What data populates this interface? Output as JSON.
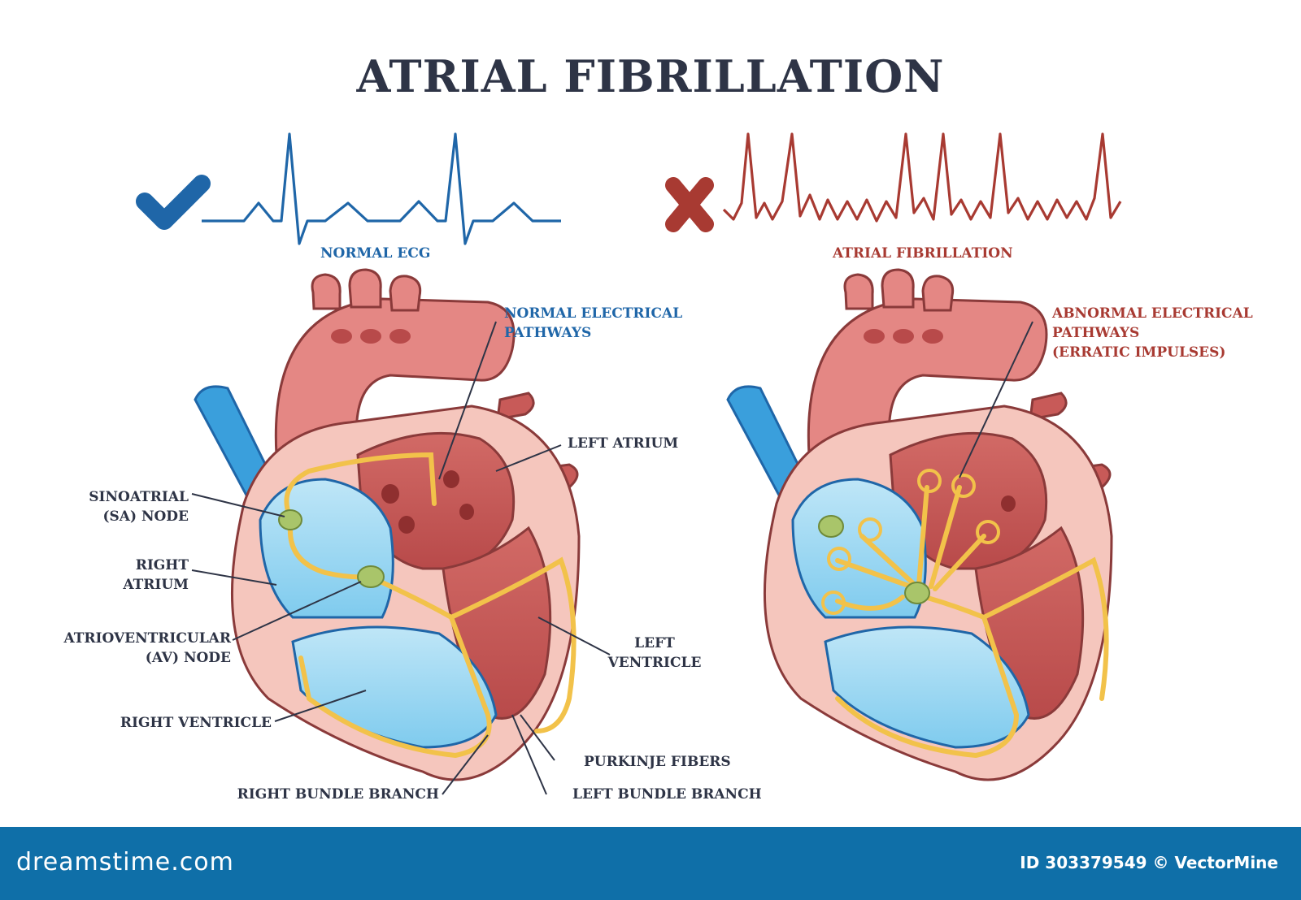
{
  "title": "ATRIAL FIBRILLATION",
  "normal": {
    "ecg_label": "NORMAL ECG",
    "pathway_label_line1": "NORMAL ELECTRICAL",
    "pathway_label_line2": "PATHWAYS",
    "status_icon": "check-icon",
    "color": "#1f66a8"
  },
  "afib": {
    "ecg_label": "ATRIAL FIBRILLATION",
    "pathway_label_line1": "ABNORMAL ELECTRICAL",
    "pathway_label_line2": "PATHWAYS",
    "pathway_label_line3": "(ERRATIC IMPULSES)",
    "status_icon": "cross-icon",
    "color": "#a83a32"
  },
  "labels": {
    "sa_node_1": "SINOATRIAL",
    "sa_node_2": "(SA) NODE",
    "right_atrium_1": "RIGHT",
    "right_atrium_2": "ATRIUM",
    "av_node_1": "ATRIOVENTRICULAR",
    "av_node_2": "(AV) NODE",
    "right_ventricle": "RIGHT VENTRICLE",
    "right_bundle_branch": "RIGHT BUNDLE BRANCH",
    "left_atrium": "LEFT ATRIUM",
    "left_ventricle_1": "LEFT",
    "left_ventricle_2": "VENTRICLE",
    "purkinje_fibers": "PURKINJE FIBERS",
    "left_bundle_branch": "LEFT BUNDLE BRANCH"
  },
  "footer": {
    "brand": "dreamstime.com",
    "credit": "ID 303379549 © VectorMine"
  },
  "colors": {
    "title": "#2e3446",
    "normal_ecg": "#1f66a8",
    "afib_ecg": "#a83a32",
    "footer_bg": "#0f6fa8",
    "pathway": "#f2c24a",
    "node": "#a9c56a"
  }
}
